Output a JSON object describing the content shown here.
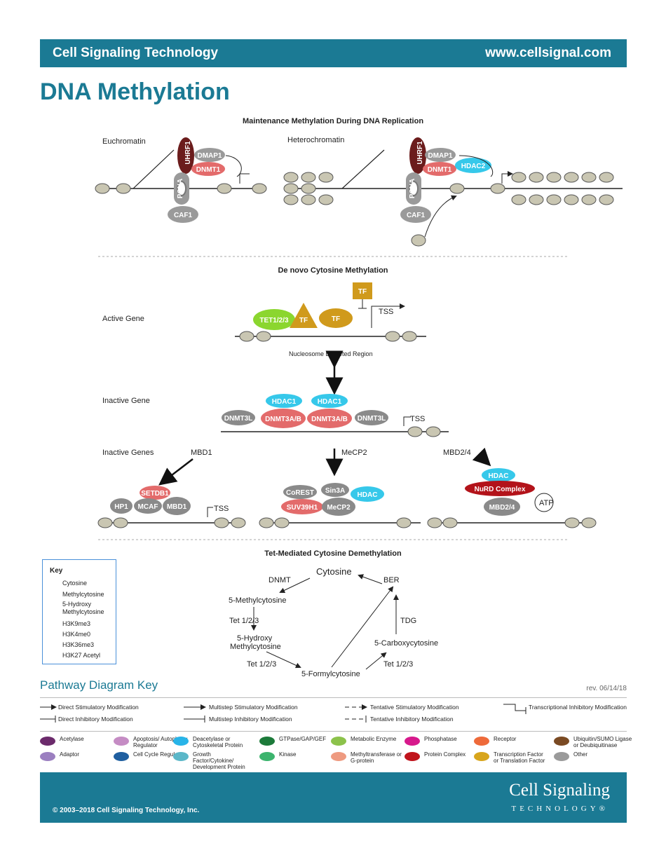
{
  "header": {
    "brand": "Cell Signaling Technology",
    "url": "www.cellsignal.com"
  },
  "title": "DNA Methylation",
  "sections": {
    "maintenance": "Maintenance Methylation During DNA Replication",
    "denovo": "De novo Cytosine Methylation",
    "tet": "Tet-Mediated Cytosine Demethylation"
  },
  "labels": {
    "euchromatin": "Euchromatin",
    "heterochromatin": "Heterochromatin",
    "active_gene": "Active Gene",
    "inactive_gene": "Inactive Gene",
    "inactive_genes": "Inactive Genes",
    "mbd1": "MBD1",
    "mecp2": "MeCP2",
    "mbd24": "MBD2/4",
    "ndr": "Nucleosome Depleted Region",
    "tss": "TSS",
    "atp": "ATP"
  },
  "nodes": {
    "uhrf1": "UHRF1",
    "dmap1": "DMAP1",
    "dnmt1": "DNMT1",
    "pcna": "PCNA",
    "caf1": "CAF1",
    "hdac2": "HDAC2",
    "tf": "TF",
    "tet123": "TET1/2/3",
    "hdac1": "HDAC1",
    "dnmt3ab": "DNMT3A/B",
    "dnmt3l": "DNMT3L",
    "setdb1": "SETDB1",
    "hp1": "HP1",
    "mcaf": "MCAF",
    "mbd1": "MBD1",
    "corest": "CoREST",
    "sin3a": "Sin3A",
    "hdac": "HDAC",
    "suv39h1": "SUV39H1",
    "mecp2": "MeCP2",
    "nurd": "NuRD Complex",
    "mbd24": "MBD2/4"
  },
  "tet_cycle": {
    "cytosine": "Cytosine",
    "mc": "5-Methylcytosine",
    "hmc_1": "5-Hydroxy",
    "hmc_2": "Methylcytosine",
    "fc": "5-Formylcytosine",
    "cac": "5-Carboxycytosine",
    "dnmt": "DNMT",
    "tet_a": "Tet 1/2/3",
    "tet_b": "Tet 1/2/3",
    "tet_c": "Tet 1/2/3",
    "tdg": "TDG",
    "ber": "BER"
  },
  "key": {
    "title": "Key",
    "items": [
      "Cytosine",
      "Methylcytosine",
      "5-Hydroxy Methylcytosine",
      "H3K9me3",
      "H3K4me0",
      "H3K36me3",
      "H3K27 Acetyl"
    ]
  },
  "legend": {
    "title": "Pathway Diagram Key",
    "rev": "rev. 06/14/18",
    "arrows": [
      "Direct Stimulatory Modification",
      "Multistep Stimulatory Modification",
      "Tentative Stimulatory Modification",
      "Transcriptional Inhibitory Modification",
      "Direct Inhibitory Modification",
      "Multistep Inhibitory Modification",
      "Tentative Inhibitory Modification"
    ],
    "categories": [
      {
        "label": "Acetylase",
        "color": "#6b2a6b"
      },
      {
        "label": "Apoptosis/ Autophagy Regulator",
        "color": "#c58cc4"
      },
      {
        "label": "Deacetylase or Cytoskeletal Protein",
        "color": "#28b4e8"
      },
      {
        "label": "GTPase/GAP/GEF",
        "color": "#1c7a3a"
      },
      {
        "label": "Metabolic Enzyme",
        "color": "#8cc24b"
      },
      {
        "label": "Phosphatase",
        "color": "#d7198c"
      },
      {
        "label": "Receptor",
        "color": "#ee6a3a"
      },
      {
        "label": "Ubiquitin/SUMO Ligase or Deubiquitinase",
        "color": "#7a4a23"
      },
      {
        "label": "Adaptor",
        "color": "#9b7fc0"
      },
      {
        "label": "Cell Cycle Regulator",
        "color": "#1f5fa0"
      },
      {
        "label": "Growth Factor/Cytokine/ Development Protein",
        "color": "#5bb7c8"
      },
      {
        "label": "Kinase",
        "color": "#3cb46e"
      },
      {
        "label": "Methyltransferase or G-protein",
        "color": "#ee9a80"
      },
      {
        "label": "Protein Complex",
        "color": "#c0141c"
      },
      {
        "label": "Transcription Factor or Translation Factor",
        "color": "#d8a51c"
      },
      {
        "label": "Other",
        "color": "#9a9a9a"
      }
    ]
  },
  "footer": {
    "copyright": "© 2003–2018 Cell Signaling Technology, Inc.",
    "logo_line1": "Cell Signaling",
    "logo_line2": "TECHNOLOGY®"
  }
}
